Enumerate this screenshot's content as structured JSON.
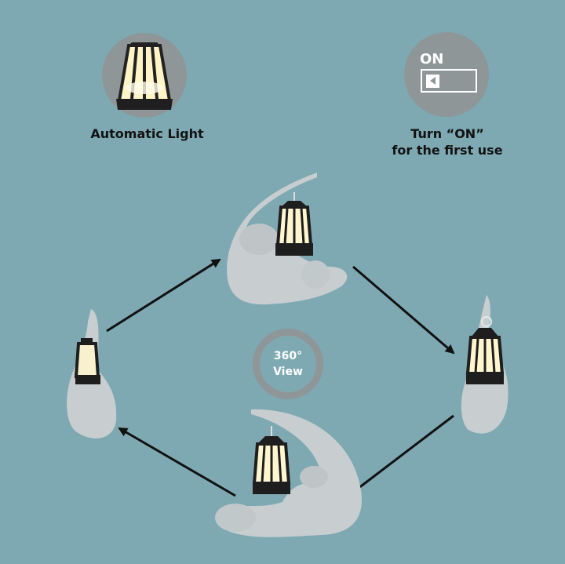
{
  "features": {
    "light": {
      "label": "Automatic Light",
      "icon": "lantern-icon"
    },
    "switch": {
      "on_text": "ON",
      "line1": "Turn “ON”",
      "line2": "for the first use",
      "icon": "on-switch-icon"
    }
  },
  "view": {
    "number": "360°",
    "word": "View"
  },
  "colors": {
    "background": "#7ea9b3",
    "badge": "#8f9698",
    "statue": "#c8ced0",
    "lantern": "#1e1e1e",
    "glow": "#fff6cf"
  }
}
